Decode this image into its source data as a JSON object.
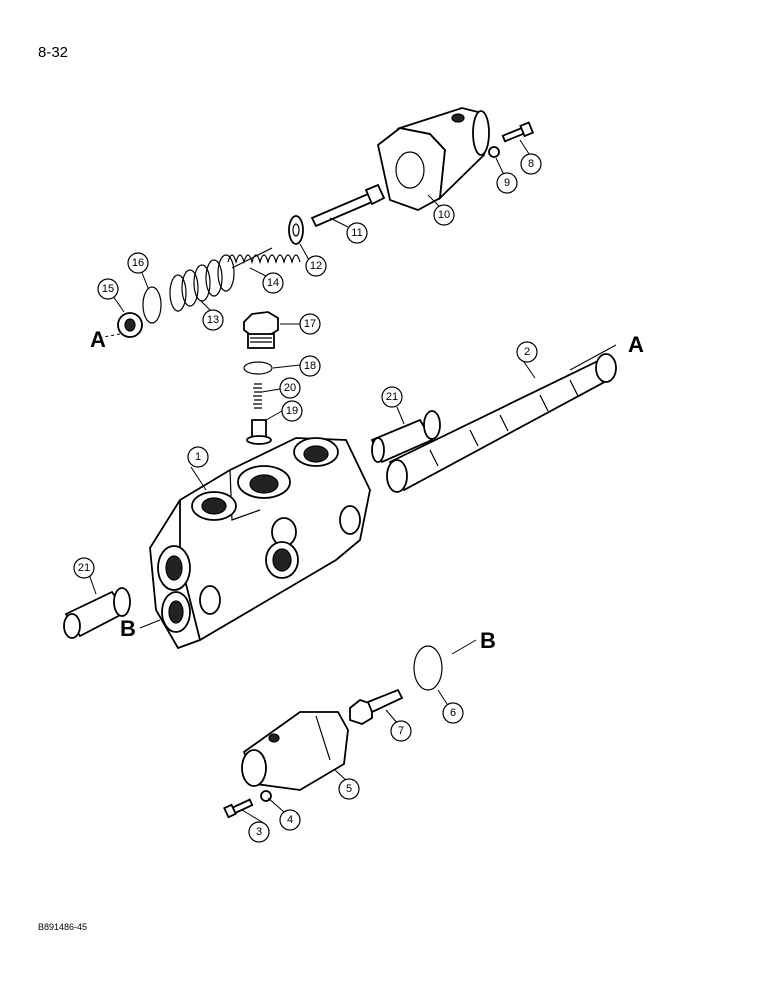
{
  "page": {
    "number": "8-32",
    "figure_code": "B891486-45"
  },
  "reference_markers": {
    "a_left": "A",
    "a_right": "A",
    "b_left": "B",
    "b_right": "B"
  },
  "callouts": {
    "c1": "1",
    "c2": "2",
    "c3": "3",
    "c4": "4",
    "c5": "5",
    "c6": "6",
    "c7": "7",
    "c8": "8",
    "c9": "9",
    "c10": "10",
    "c11": "11",
    "c12": "12",
    "c13": "13",
    "c14": "14",
    "c15": "15",
    "c16": "16",
    "c17": "17",
    "c18": "18",
    "c19": "19",
    "c20": "20",
    "c21a": "21",
    "c21b": "21"
  }
}
